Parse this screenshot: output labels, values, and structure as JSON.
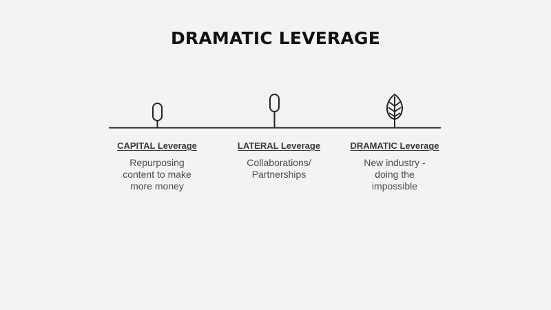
{
  "title": "DRAMATIC LEVERAGE",
  "stages": [
    {
      "heading": "CAPITAL Leverage",
      "icon": "sapling-icon",
      "description": [
        "Repurposing",
        "content to make",
        "more money"
      ]
    },
    {
      "heading": "LATERAL Leverage",
      "icon": "young-tree-icon",
      "description": [
        "Collaborations/",
        "Partnerships"
      ]
    },
    {
      "heading": "DRAMATIC Leverage",
      "icon": "leafy-tree-icon",
      "description": [
        "New industry -",
        "doing the",
        "impossible"
      ]
    }
  ],
  "colors": {
    "background": "#f3f3f3",
    "line": "#222222",
    "text": "#4a4a4a"
  }
}
